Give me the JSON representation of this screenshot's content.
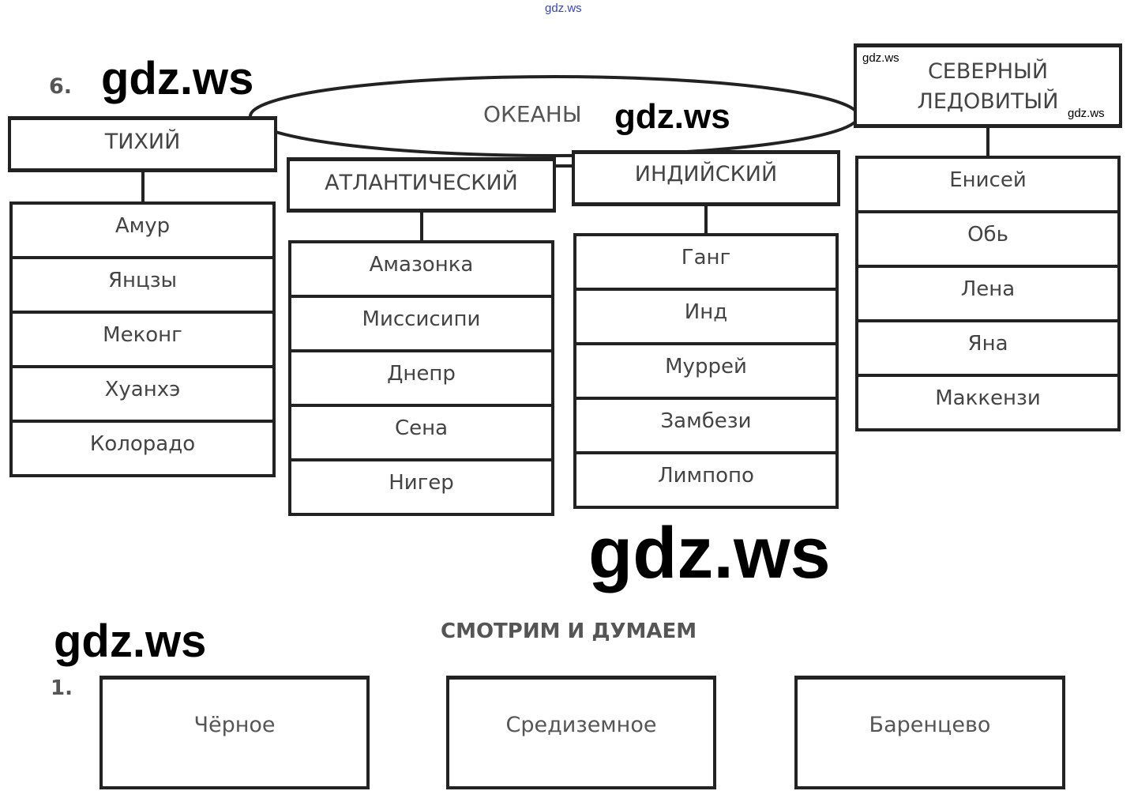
{
  "watermarks": {
    "top_small": "gdz.ws",
    "big_1": "gdz.ws",
    "big_2": "gdz.ws",
    "big_3": "gdz.ws",
    "big_4": "gdz.ws",
    "small_1": "gdz.ws",
    "small_2": "gdz.ws"
  },
  "task6": {
    "number": "6.",
    "center_label": "ОКЕАНЫ",
    "oceans": [
      {
        "name": "ТИХИЙ",
        "rivers": [
          "Амур",
          "Янцзы",
          "Меконг",
          "Хуанхэ",
          "Колорадо"
        ]
      },
      {
        "name": "АТЛАНТИЧЕСКИЙ",
        "rivers": [
          "Амазонка",
          "Миссисипи",
          "Днепр",
          "Сена",
          "Нигер"
        ]
      },
      {
        "name": "ИНДИЙСКИЙ",
        "rivers": [
          "Ганг",
          "Инд",
          "Муррей",
          "Замбези",
          "Лимпопо"
        ]
      },
      {
        "name_line1": "СЕВЕРНЫЙ",
        "name_line2": "ЛЕДОВИТЫЙ",
        "rivers": [
          "Енисей",
          "Обь",
          "Лена",
          "Яна",
          "Маккензи"
        ]
      }
    ]
  },
  "section": {
    "title": "СМОТРИМ И ДУМАЕМ",
    "task_number": "1.",
    "seas": [
      "Чёрное",
      "Средиземное",
      "Баренцево"
    ]
  }
}
